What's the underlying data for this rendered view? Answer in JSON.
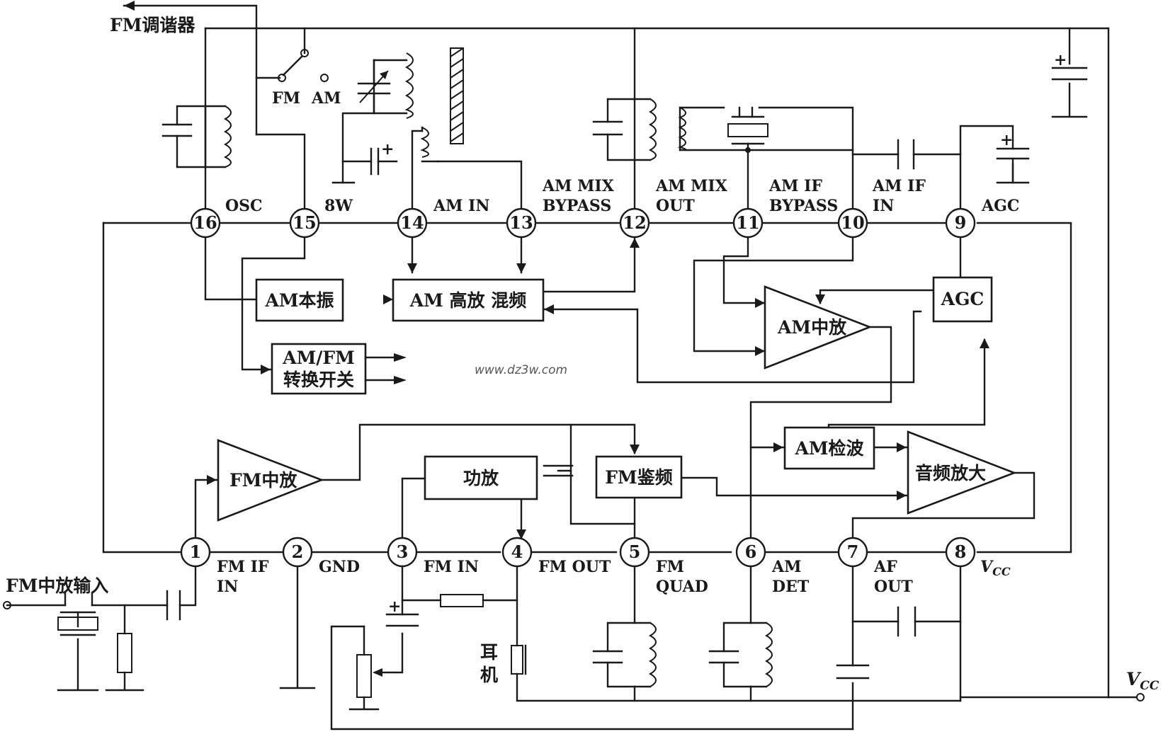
{
  "pins": [
    {
      "num": "1",
      "label": [
        "FM IF",
        "IN"
      ]
    },
    {
      "num": "2",
      "label": [
        "GND"
      ]
    },
    {
      "num": "3",
      "label": [
        "FM IN"
      ]
    },
    {
      "num": "4",
      "label": [
        "FM OUT"
      ]
    },
    {
      "num": "5",
      "label": [
        "FM",
        "QUAD"
      ]
    },
    {
      "num": "6",
      "label": [
        "AM",
        "DET"
      ]
    },
    {
      "num": "7",
      "label": [
        "AF",
        "OUT"
      ]
    },
    {
      "num": "8",
      "label": [
        "VCC"
      ]
    },
    {
      "num": "9",
      "label": [
        "AGC"
      ]
    },
    {
      "num": "10",
      "label": [
        "AM IF",
        "IN"
      ]
    },
    {
      "num": "11",
      "label": [
        "AM IF",
        "BYPASS"
      ]
    },
    {
      "num": "12",
      "label": [
        "AM MIX",
        "OUT"
      ]
    },
    {
      "num": "13",
      "label": [
        "AM MIX",
        "BYPASS"
      ]
    },
    {
      "num": "14",
      "label": [
        "AM IN"
      ]
    },
    {
      "num": "15",
      "label": [
        "8W"
      ]
    },
    {
      "num": "16",
      "label": [
        "OSC"
      ]
    }
  ],
  "blocks": {
    "am_osc": "AM本振",
    "am_rf_mixer": "AM 高放 混频",
    "am_fm_switch_line1": "AM/FM",
    "am_fm_switch_line2": "转换开关",
    "am_if_amp": "AM中放",
    "agc": "AGC",
    "fm_if_amp": "FM中放",
    "power_amp": "功放",
    "fm_discriminator": "FM鉴频",
    "am_detector": "AM检波",
    "audio_amp": "音频放大"
  },
  "labels": {
    "fm_tuner": "FM调谐器",
    "switch_fm": "FM",
    "switch_am": "AM",
    "fm_if_input": "FM中放输入",
    "earphone_line1": "耳",
    "earphone_line2": "机",
    "vcc_main": "V",
    "vcc_sub": "CC",
    "vcc_pin8": "V",
    "vcc_pin8_sub": "CC"
  },
  "watermark": "www.dz3w.com"
}
